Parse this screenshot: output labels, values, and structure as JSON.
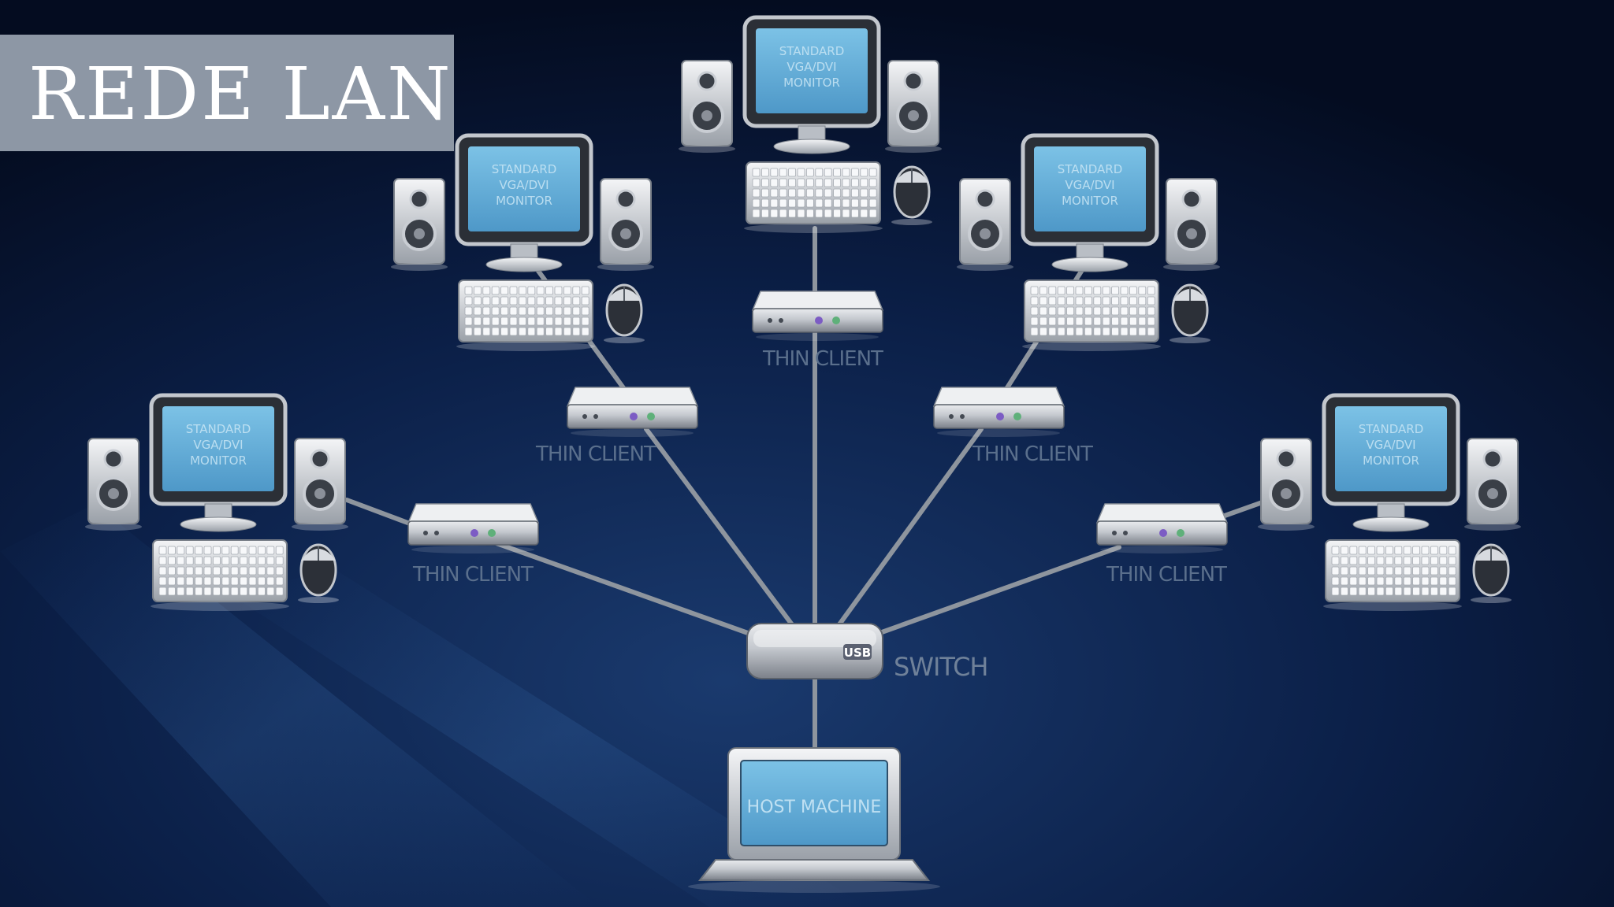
{
  "title": "REDE LAN",
  "monitor_text": [
    "STANDARD",
    "VGA/DVI",
    "MONITOR"
  ],
  "thin_client_label": "THIN CLIENT",
  "switch": {
    "label": "SWITCH",
    "port_label": "USB"
  },
  "host": {
    "label": "HOST MACHINE"
  },
  "colors": {
    "background": "#06132e",
    "title_box": "#8d97a5",
    "screen": "#6fb4dc",
    "cable": "#8e959e"
  },
  "nodes": [
    {
      "id": "top",
      "has_mouse": true
    },
    {
      "id": "upper-left",
      "has_mouse": true
    },
    {
      "id": "upper-right",
      "has_mouse": true
    },
    {
      "id": "left",
      "has_mouse": true
    },
    {
      "id": "right",
      "has_mouse": true
    }
  ]
}
